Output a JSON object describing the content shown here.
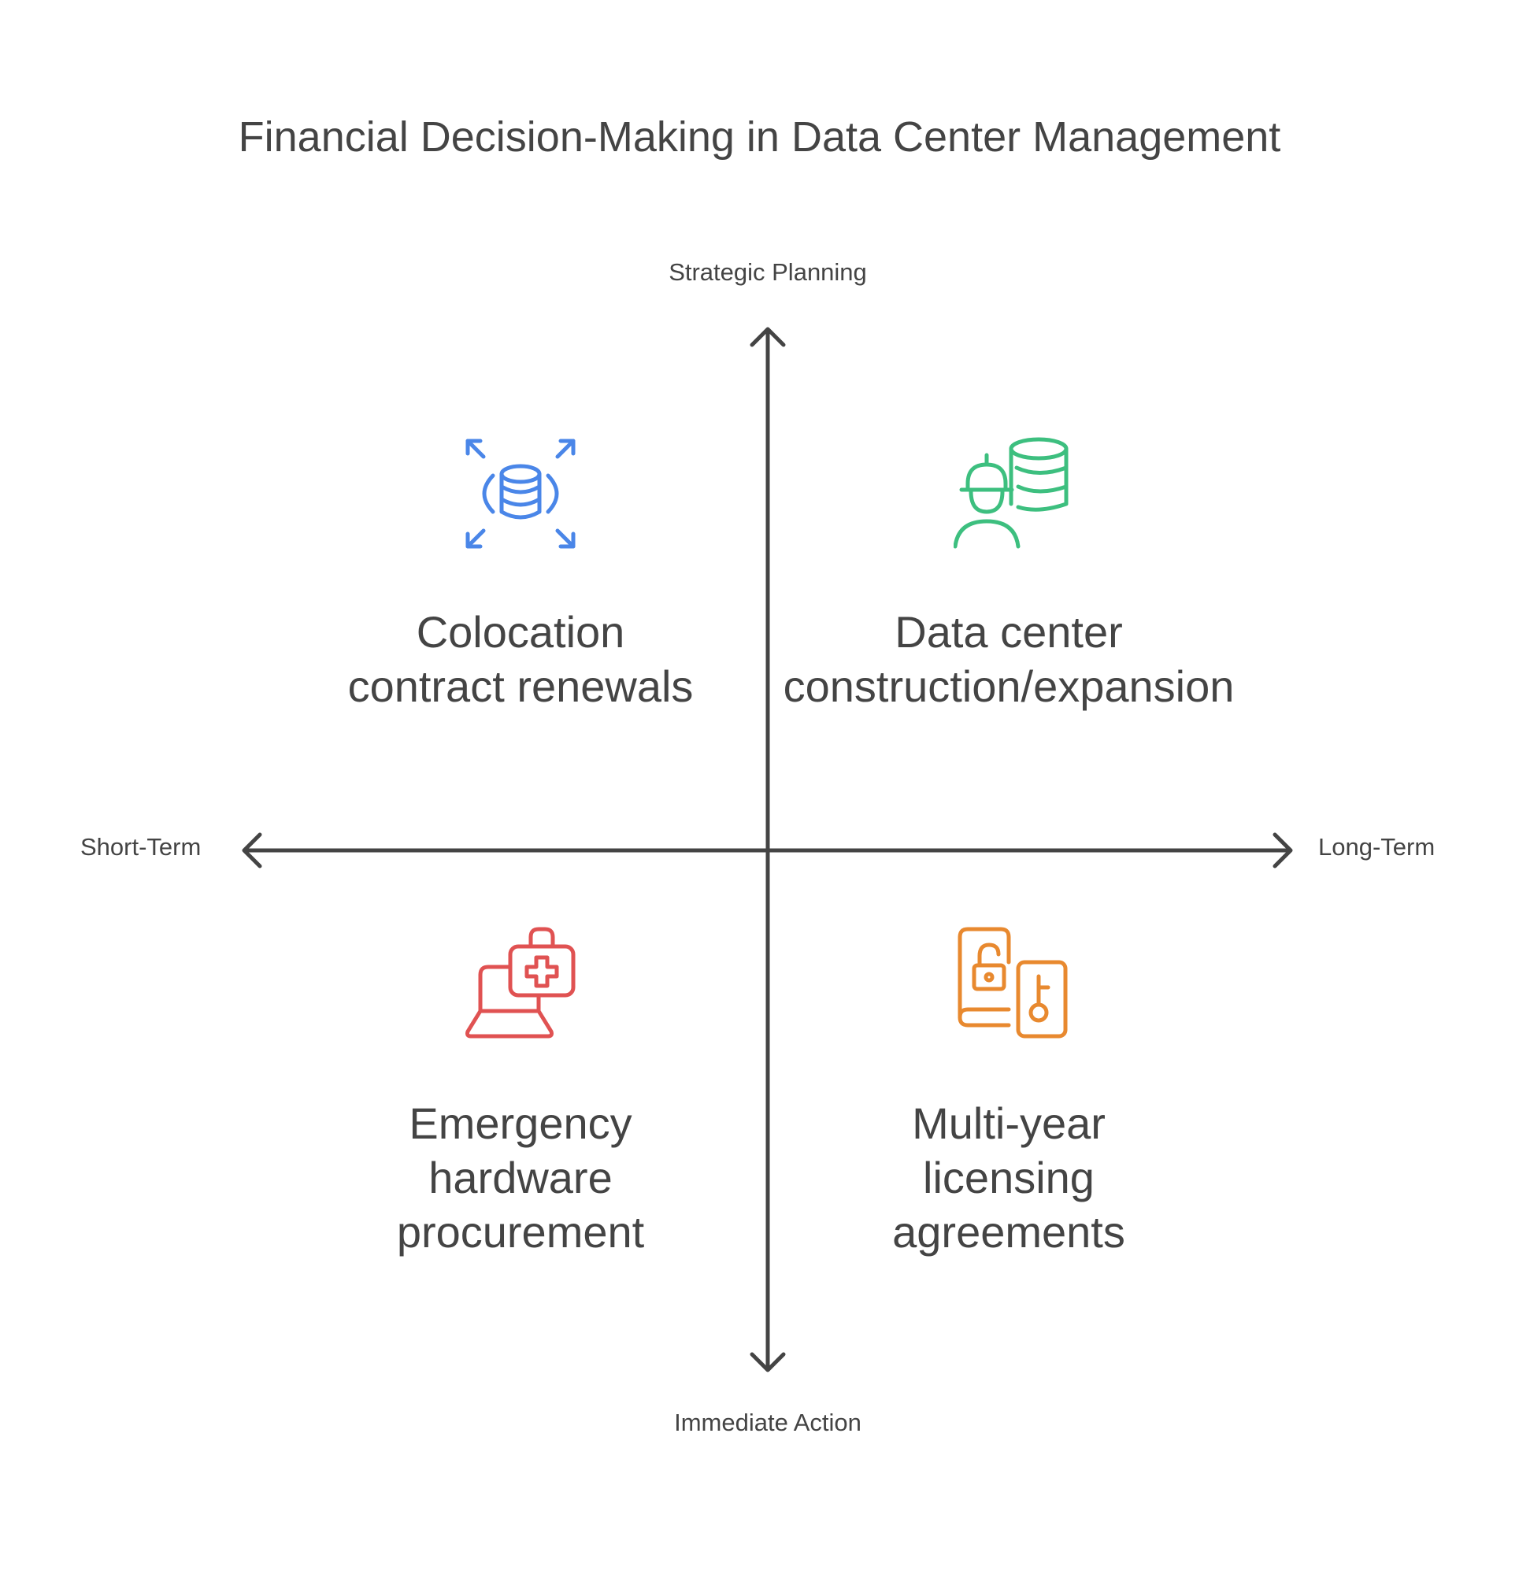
{
  "title": "Financial Decision-Making in Data Center Management",
  "axes": {
    "top": "Strategic Planning",
    "bottom": "Immediate Action",
    "left": "Short-Term",
    "right": "Long-Term"
  },
  "quadrants": [
    {
      "position": "top-left",
      "lines": [
        "Colocation",
        "contract renewals"
      ],
      "icon": "database-expand-icon",
      "color": "#4a86e8"
    },
    {
      "position": "top-right",
      "lines": [
        "Data center",
        "construction/expansion"
      ],
      "icon": "worker-database-icon",
      "color": "#3dbf7f"
    },
    {
      "position": "bottom-left",
      "lines": [
        "Emergency",
        "hardware",
        "procurement"
      ],
      "icon": "laptop-medical-kit-icon",
      "color": "#e05252"
    },
    {
      "position": "bottom-right",
      "lines": [
        "Multi-year",
        "licensing",
        "agreements"
      ],
      "icon": "unlocked-license-key-icon",
      "color": "#e8892f"
    }
  ]
}
